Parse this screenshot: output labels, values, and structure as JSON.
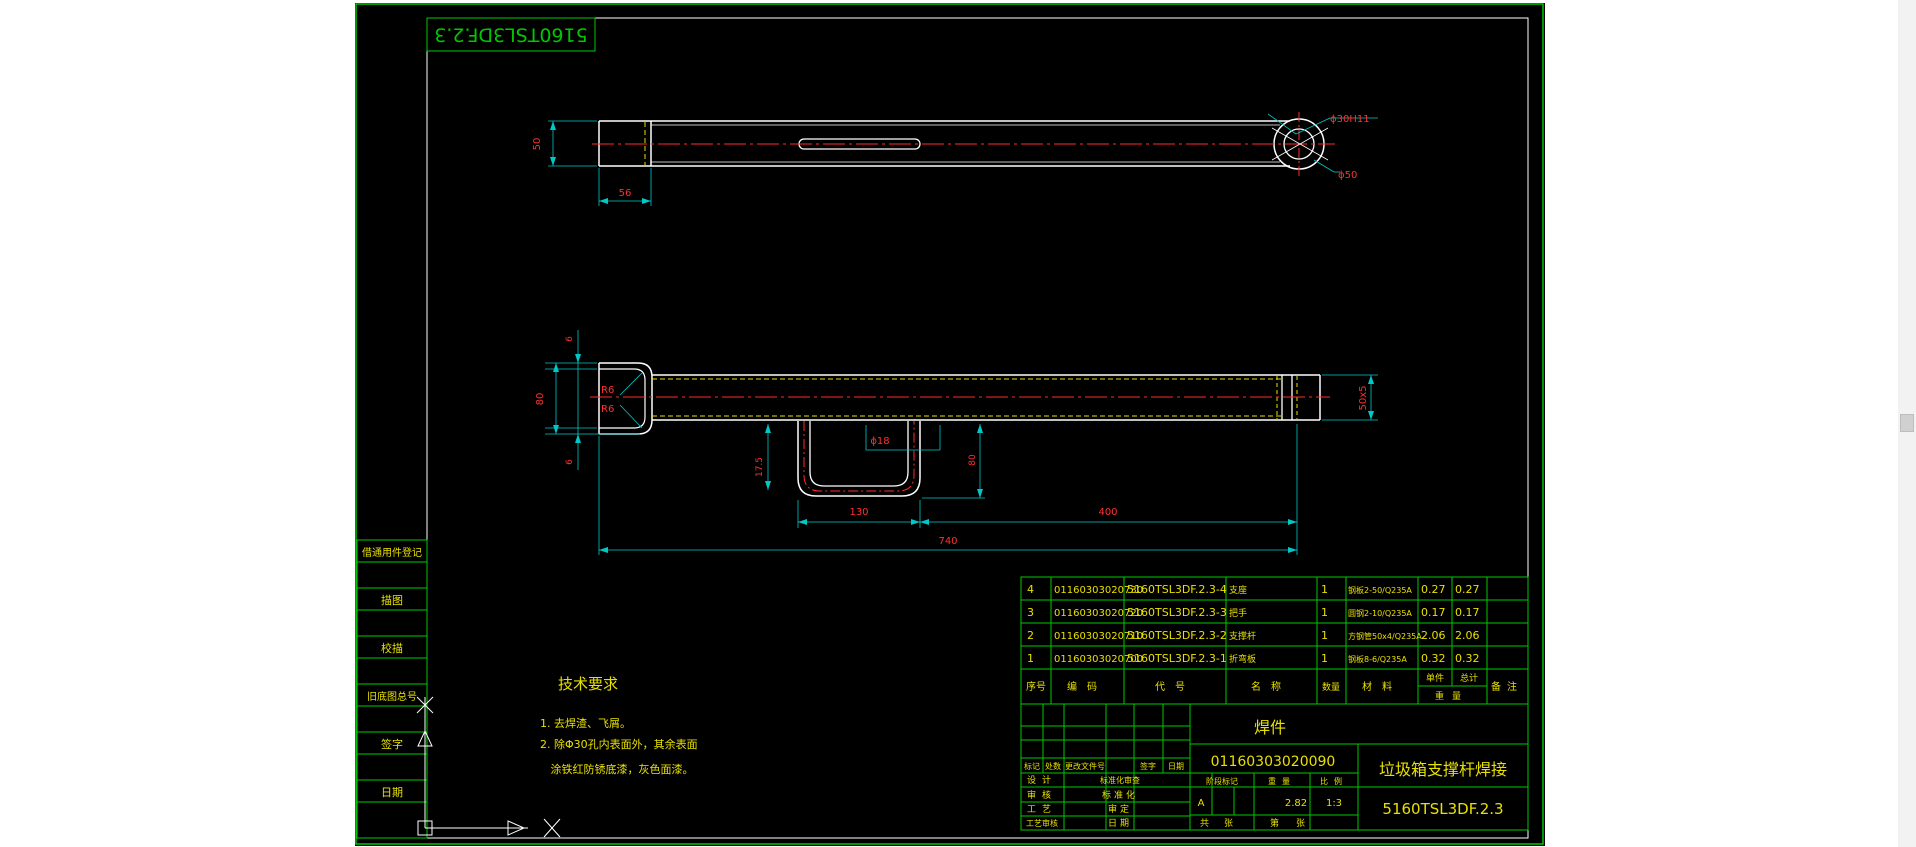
{
  "colors": {
    "background": "#ffffff",
    "sheet": "#000000",
    "border": "#00c800",
    "outline": "#ffffff",
    "dimension": "#00c8c8",
    "centerline": "#ff2a2a",
    "hidden": "#e8e000",
    "note_text": "#e8e000",
    "dim_text": "#ff3030",
    "table_line": "#00c800"
  },
  "drawing_number_stamp": "5160TSL3DF.2.3",
  "views": {
    "top": {
      "dims": {
        "height": "50",
        "end_width": "56",
        "bore": "ϕ30H11",
        "boss": "ϕ50"
      }
    },
    "front": {
      "dims": {
        "top_thk": "6",
        "height": "80",
        "bottom_thk": "6",
        "r1": "R6",
        "r2": "R6",
        "section": "50x5",
        "rod": "ϕ18",
        "gap": "17.5",
        "handle_h": "80",
        "handle_w": "130",
        "span": "400",
        "total": "740"
      }
    }
  },
  "notes": {
    "title": "技术要求",
    "lines": [
      "1. 去焊渣、飞屑。",
      "2. 除Φ30孔内表面外，其余表面",
      "   涂铁红防锈底漆，灰色面漆。"
    ]
  },
  "left_strip": [
    "借通用件登记",
    "描图",
    "校描",
    "旧底图总号",
    "签字",
    "日期"
  ],
  "bom": {
    "rows": [
      {
        "no": "4",
        "code": "01160303020730",
        "drawing": "5160TSL3DF.2.3-4",
        "name": "支座",
        "qty": "1",
        "material": "钢板2-50/Q235A",
        "unit": "0.27",
        "total": "0.27",
        "remark": ""
      },
      {
        "no": "3",
        "code": "01160303020720",
        "drawing": "5160TSL3DF.2.3-3",
        "name": "把手",
        "qty": "1",
        "material": "圆钢2-10/Q235A",
        "unit": "0.17",
        "total": "0.17",
        "remark": ""
      },
      {
        "no": "2",
        "code": "01160303020710",
        "drawing": "5160TSL3DF.2.3-2",
        "name": "支撑杆",
        "qty": "1",
        "material": "方钢管50x4/Q235A",
        "unit": "2.06",
        "total": "2.06",
        "remark": ""
      },
      {
        "no": "1",
        "code": "01160303020700",
        "drawing": "5160TSL3DF.2.3-1",
        "name": "折弯板",
        "qty": "1",
        "material": "钢板8-6/Q235A",
        "unit": "0.32",
        "total": "0.32",
        "remark": ""
      }
    ],
    "header": {
      "no": "序号",
      "code": "编码",
      "drawing": "代号",
      "name": "名称",
      "qty": "数量",
      "material": "材料",
      "unit": "单件",
      "total": "总计",
      "weight": "重量",
      "remark": "备注"
    }
  },
  "title_block": {
    "kind": "焊件",
    "code": "01160303020090",
    "name": "垃圾箱支撑杆焊接",
    "drawing_no": "5160TSL3DF.2.3",
    "revision_header": [
      "标记",
      "处数",
      "更改文件号",
      "签字",
      "日期"
    ],
    "roles_left": [
      "设计",
      "审核",
      "工艺",
      "工艺审核"
    ],
    "roles_right": [
      "标准化审查",
      "标准化",
      "审定",
      "日期"
    ],
    "stage_header": [
      "阶段标记",
      "重量",
      "比例"
    ],
    "stage": "A",
    "weight": "2.82",
    "scale": "1:3",
    "sheets_label": [
      "共",
      "张",
      "第",
      "张"
    ]
  }
}
